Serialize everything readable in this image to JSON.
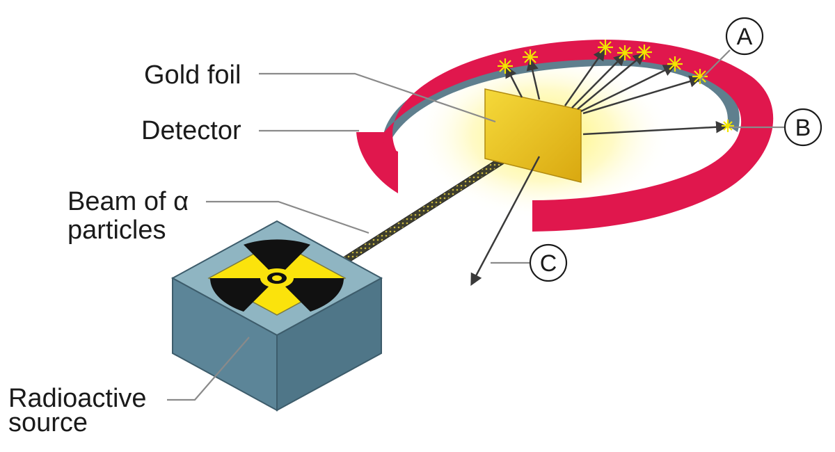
{
  "labels": {
    "gold_foil": "Gold foil",
    "detector": "Detector",
    "beam_line1": "Beam of α",
    "beam_line2": "particles",
    "source_line1": "Radioactive",
    "source_line2": "source"
  },
  "markers": {
    "a": "A",
    "b": "B",
    "c": "C"
  },
  "colors": {
    "detector_outer": "#e0174d",
    "detector_inner": "#5f7f8e",
    "foil": "#e7c21e",
    "glow": "#fff45a",
    "box_side": "#5c8598",
    "box_top": "#8fb5c2",
    "trefoil_bg": "#fbe30c",
    "spark": "#f2e600"
  },
  "icons": {
    "radiation": "radiation-trefoil-icon"
  }
}
